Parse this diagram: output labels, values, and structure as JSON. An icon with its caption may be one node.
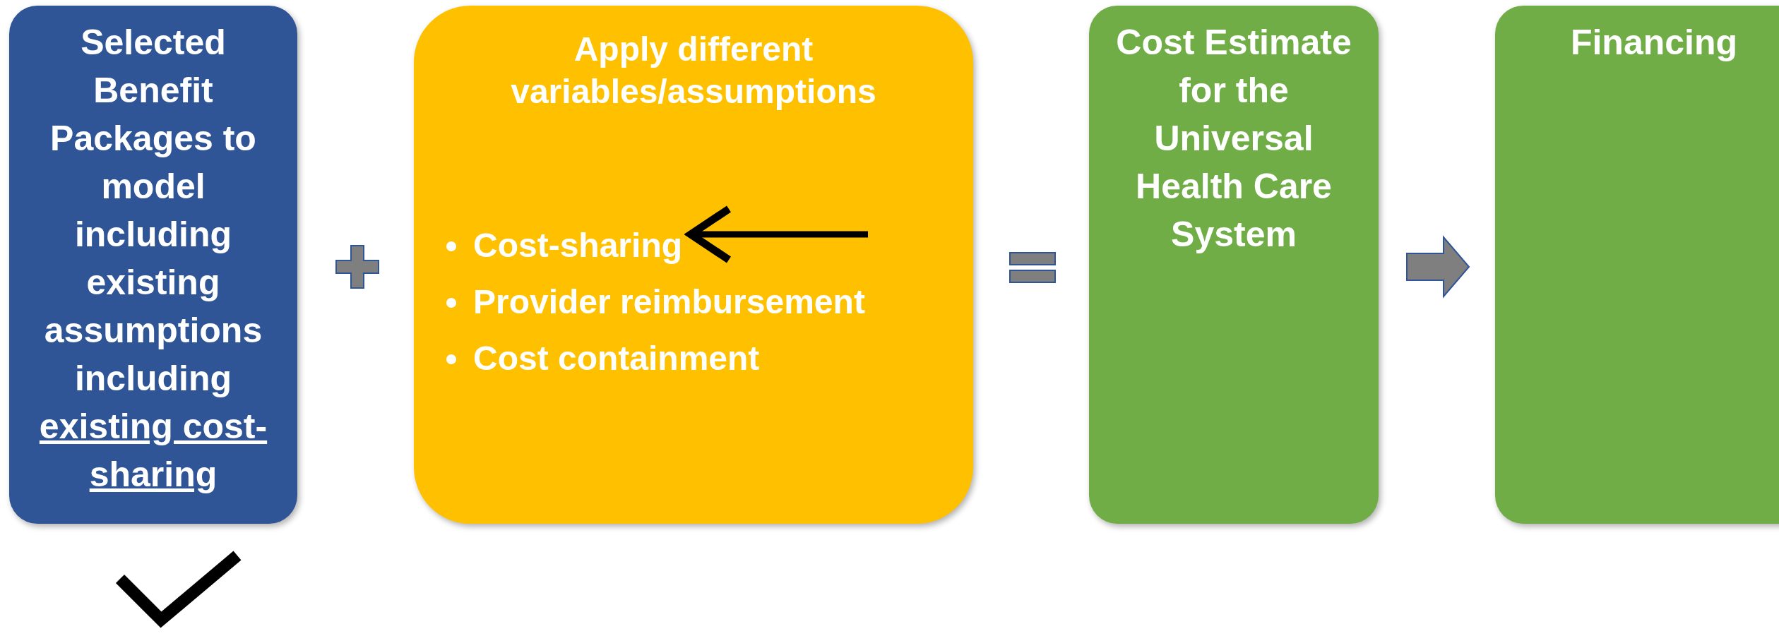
{
  "diagram": {
    "nodes": [
      {
        "text": [
          "Selected Benefit Packages to model including existing assumptions including",
          "existing cost-sharing"
        ]
      },
      {
        "text": [
          "Apply different variables/assumptions"
        ]
      },
      {
        "text": [
          "Cost-sharing"
        ],
        "in": 1
      },
      {
        "text": [
          "Provider reimbursement"
        ],
        "in": 1
      },
      {
        "text": [
          "Cost containment"
        ],
        "in": 1
      },
      {
        "text": [
          "Cost Estimate for the Universal Health Care System"
        ]
      },
      {
        "text": [
          "Financing"
        ]
      }
    ],
    "edges": [
      {
        "from": null,
        "to": 2,
        "arrow": "to"
      },
      {
        "from": 5,
        "to": 6,
        "arrow": "to",
        "style": "thick",
        "color": "#7f7f7f"
      }
    ]
  }
}
